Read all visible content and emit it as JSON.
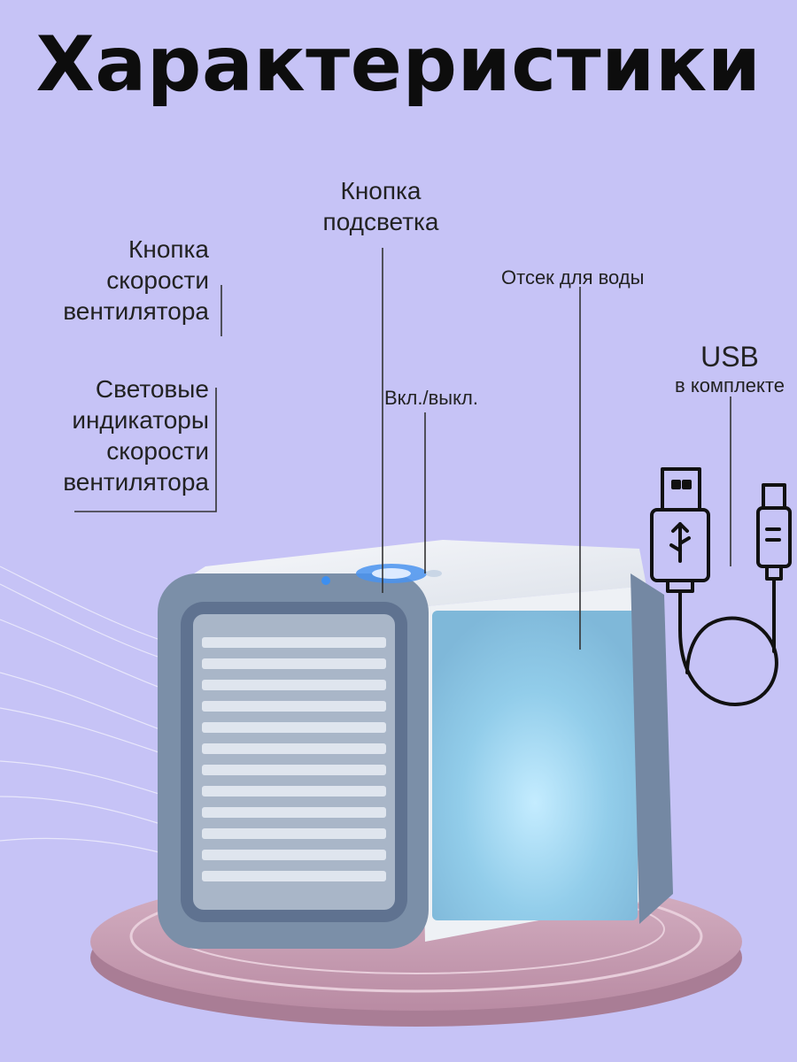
{
  "title": "Характеристики",
  "labels": {
    "backlight_button": [
      "Кнопка",
      "подсветка"
    ],
    "fan_speed_button": [
      "Кнопка",
      "скорости",
      "вентилятора"
    ],
    "speed_indicators": [
      "Световые",
      "индикаторы",
      "скорости",
      "вентилятора"
    ],
    "power_toggle": "Вкл./выкл.",
    "water_tank": "Отсек для воды",
    "usb_title": "USB",
    "usb_subtitle": "в комплекте"
  },
  "icons": [
    "usb-a-plug-icon",
    "micro-usb-plug-icon",
    "usb-cable-icon"
  ],
  "colors": {
    "background": "#c6c3f6",
    "frame": "#7a8fa9",
    "body_white": "#eef1f5",
    "tank_blue": "#8ecbe8",
    "indicator_blue": "#3d8ff0",
    "platform": "#c9a3b8"
  }
}
